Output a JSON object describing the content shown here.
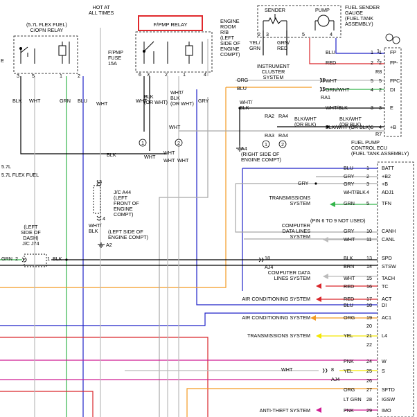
{
  "labels": {
    "hot": "HOT AT\nALL TIMES",
    "c_open_relay": "(5.7L FLEX FUEL)\nC/OPN RELAY",
    "fpmp_relay": "F/PMP RELAY",
    "engine_room_rb": "ENGINE\nROOM\nR/B\n(LEFT\nSIDE OF\nENGINE\nCOMPT)",
    "fpmp_fuse": "F/PMP\nFUSE\n15A",
    "sender": "SENDER",
    "pump": "PUMP",
    "fuel_sender_gauge": "FUEL SENDER\nGAUGE\n(FUEL TANK\nASSEMBLY)",
    "instrument_cluster": "INSTRUMENT\nCLUSTER\nSYSTEM",
    "fuel_pump_ecu": "FUEL PUMP\nCONTROL ECU\n(FUEL TANK ASSEMBLY)",
    "ground_a4": "A4\n(RIGHT SIDE OF\nENGINE COMPT)",
    "jc_a44": "J/C A44\n(LEFT\nFRONT OF\nENGINE\nCOMPT)",
    "ground_a2_note": "(LEFT SIDE OF\nENGINE COMPT)",
    "a2": "A2",
    "jc_j74": "(LEFT\nSIDE OF\nDASH)\nJ/C J74",
    "eng_57": "5.7L",
    "eng_57_flex": "5.7L FLEX FUEL",
    "e_cut": "E",
    "grn_2": "GRN  2",
    "blk_1": "1  BLK",
    "ra1": "RA1",
    "ra2": "RA2",
    "ra4a": "RA4",
    "ra3": "RA3",
    "ra4b": "RA4",
    "r8": "R8",
    "r7": "R7",
    "aj4a": "AJ4",
    "aj4b": "AJ4",
    "pin_unused": "(PIN 6 TO 9 NOT USED)",
    "c13": "13",
    "c4": "4",
    "c18a": "18",
    "c19": "19",
    "c18b": "18",
    "c8": "8",
    "circ1": "1",
    "circ2": "2",
    "circ1b": "1",
    "circ2b": "2"
  },
  "wire_labels": {
    "org": "ORG",
    "blu": "BLU",
    "wht_blk": "WHT/\nBLK",
    "blk_wht_or_blk_l": "BLK/WHT\n(OR BLK)",
    "blk_wht_or_blk_r": "BLK/WHT\n(OR BLK)",
    "wht_mid": "WHT",
    "blk_horiz": "BLK",
    "gry_left": "GRY",
    "wht_blk_a44": "WHT/\nBLK",
    "wht_bottom": "WHT",
    "gry_vert": "GRY",
    "blk_v1": "BLK",
    "wht_v1": "WHT",
    "grn_v1": "GRN",
    "blu_v1": "BLU",
    "wht_v2": "WHT",
    "wht_v3": "WHT",
    "blk_v2": "BLK\n(OR WHT)",
    "wht_v4": "WHT/\nBLK\n(OR WHT)",
    "wht_v5": "WHT",
    "yel_grn": "YEL/\nGRN",
    "grn_red": "GRN/\nRED",
    "wht_h1": "WHT",
    "wht_h2": "WHT",
    "wht_h3": "WHT"
  },
  "relay_pins": {
    "copn": [
      "3",
      "5",
      "1",
      "2"
    ],
    "fpmp": [
      "6",
      "3",
      "2",
      "1",
      "4"
    ],
    "gauge": [
      "2",
      "3",
      "5",
      "4"
    ],
    "gauge_right": [
      "1",
      "2"
    ]
  },
  "ecu_top": [
    {
      "wire": "BLU",
      "pin": "1",
      "pin_r": "1",
      "term": "FP"
    },
    {
      "wire": "RED",
      "pin": "2",
      "pin_r": "2",
      "term": "FP-"
    },
    {
      "wire": "WHT",
      "pin": "5",
      "pin_r": "5",
      "term": "FPC"
    },
    {
      "wire": "GRN/WHT",
      "pin": "4",
      "pin_r": "2",
      "term": "DI"
    },
    {
      "wire": "WHT/BLK",
      "pin": "3",
      "pin_r": "3",
      "term": "E"
    },
    {
      "wire": "BLK/WHT (OR BLK)",
      "pin": "6",
      "pin_r": "4",
      "term": "+B"
    }
  ],
  "connector_rows": [
    {
      "pin": "1",
      "wire": "BLU",
      "term": "BATT",
      "dest": ""
    },
    {
      "pin": "2",
      "wire": "GRY",
      "term": "+B2",
      "dest": ""
    },
    {
      "pin": "3",
      "wire": "GRY",
      "term": "+B",
      "dest": ""
    },
    {
      "pin": "4",
      "wire": "WHT/BLK",
      "term": "ADJ1",
      "dest": ""
    },
    {
      "pin": "5",
      "wire": "GRN",
      "term": "TFN",
      "dest": "TRANSMISSIONS\nSYSTEM"
    },
    {
      "pin": "10",
      "wire": "GRY",
      "term": "CANH",
      "dest": "COMPUTER\nDATA LINES\nSYSTEM"
    },
    {
      "pin": "11",
      "wire": "WHT",
      "term": "CANL",
      "dest": ""
    },
    {
      "pin": "13",
      "wire": "BLK",
      "term": "SPD",
      "dest": ""
    },
    {
      "pin": "14",
      "wire": "BRN",
      "term": "STSW",
      "dest": ""
    },
    {
      "pin": "15",
      "wire": "WHT",
      "term": "TACH",
      "dest": "COMPUTER DATA\nLINES SYSTEM"
    },
    {
      "pin": "16",
      "wire": "RED",
      "term": "TC",
      "dest": ""
    },
    {
      "pin": "17",
      "wire": "RED",
      "term": "ACT",
      "dest": "AIR CONDITIONING SYSTEM"
    },
    {
      "pin": "18",
      "wire": "BLU",
      "term": "DI",
      "dest": ""
    },
    {
      "pin": "19",
      "wire": "ORG",
      "term": "AC1",
      "dest": "AIR CONDITIONING SYSTEM"
    },
    {
      "pin": "20",
      "wire": "",
      "term": "",
      "dest": ""
    },
    {
      "pin": "21",
      "wire": "YEL",
      "term": "L4",
      "dest": "TRANSMISSIONS SYSTEM"
    },
    {
      "pin": "22",
      "wire": "",
      "term": "",
      "dest": ""
    },
    {
      "pin": "24",
      "wire": "PNK",
      "term": "W",
      "dest": ""
    },
    {
      "pin": "25",
      "wire": "YEL",
      "term": "S",
      "dest": ""
    },
    {
      "pin": "26",
      "wire": "",
      "term": "",
      "dest": ""
    },
    {
      "pin": "27",
      "wire": "ORG",
      "term": "SFTD",
      "dest": ""
    },
    {
      "pin": "28",
      "wire": "LT GRN",
      "term": "IGSW",
      "dest": ""
    },
    {
      "pin": "29",
      "wire": "PNK",
      "term": "IMO",
      "dest": "ANTI-THEFT SYSTEM"
    }
  ],
  "colors": {
    "wire_green": "#33b54a",
    "wire_blue": "#1e22c8",
    "wire_red": "#d9262b",
    "wire_orange": "#f39a22",
    "wire_gray": "#a8a8a8",
    "wire_magenta": "#cf1c92",
    "wire_yellow": "#f3e600",
    "wire_black": "#000000",
    "highlight": "#e0282c"
  }
}
